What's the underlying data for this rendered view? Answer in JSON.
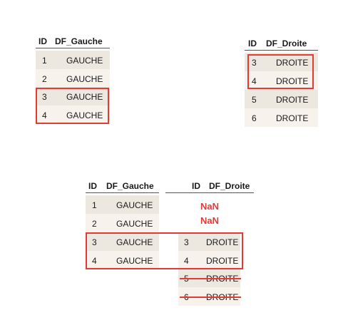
{
  "colors": {
    "highlight": "#e53935",
    "row_odd": "#ece7df",
    "row_even": "#f7f3ec"
  },
  "left": {
    "headers": [
      "ID",
      "DF_Gauche"
    ],
    "rows": [
      [
        "1",
        "GAUCHE"
      ],
      [
        "2",
        "GAUCHE"
      ],
      [
        "3",
        "GAUCHE"
      ],
      [
        "4",
        "GAUCHE"
      ]
    ]
  },
  "right": {
    "headers": [
      "ID",
      "DF_Droite"
    ],
    "rows": [
      [
        "3",
        "DROITE"
      ],
      [
        "4",
        "DROITE"
      ],
      [
        "5",
        "DROITE"
      ],
      [
        "6",
        "DROITE"
      ]
    ]
  },
  "result_left": {
    "headers": [
      "ID",
      "DF_Gauche"
    ],
    "rows": [
      [
        "1",
        "GAUCHE"
      ],
      [
        "2",
        "GAUCHE"
      ],
      [
        "3",
        "GAUCHE"
      ],
      [
        "4",
        "GAUCHE"
      ]
    ]
  },
  "result_right": {
    "headers": [
      "ID",
      "DF_Droite"
    ],
    "nan_values": [
      "NaN",
      "NaN"
    ],
    "rows": [
      [
        "3",
        "DROITE"
      ],
      [
        "4",
        "DROITE"
      ]
    ],
    "dropped_rows": [
      [
        "5",
        "DROITE"
      ],
      [
        "6",
        "DROITE"
      ]
    ]
  }
}
